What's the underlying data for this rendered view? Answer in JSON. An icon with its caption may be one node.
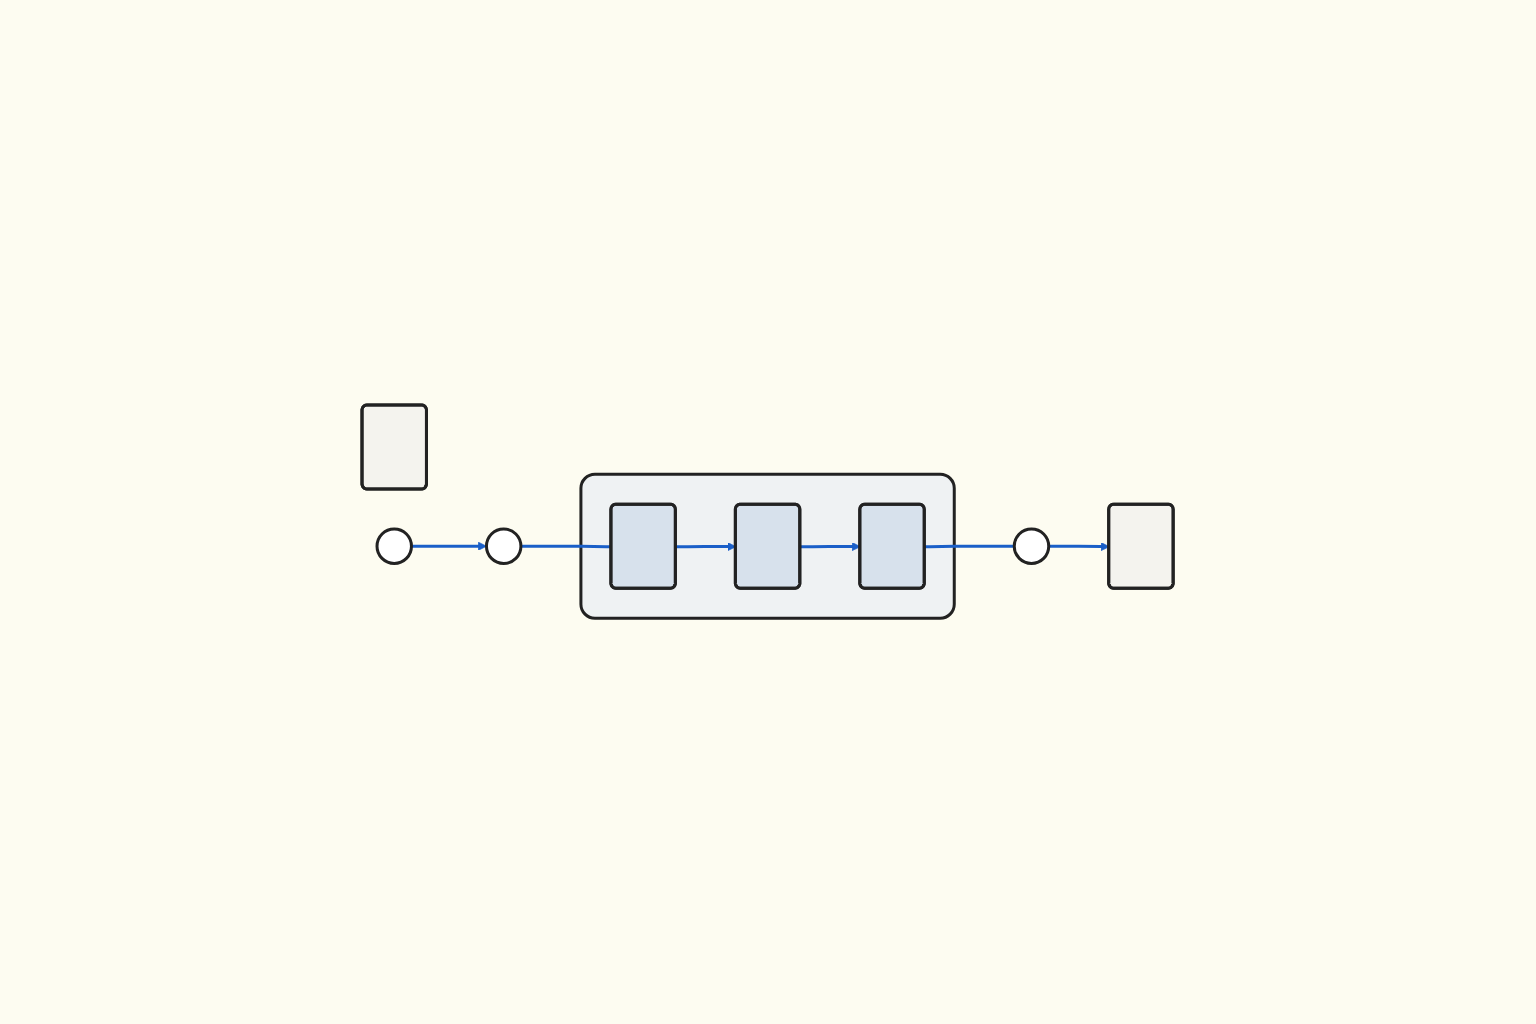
{
  "diagram": {
    "nodes": [
      {
        "text": [],
        "shape": "box"
      },
      {
        "text": [],
        "shape": "circle"
      },
      {
        "text": [],
        "shape": "box"
      },
      {
        "text": [],
        "shape": "circle"
      },
      {
        "text": [],
        "shape": "box",
        "in": 2
      },
      {
        "text": [],
        "shape": "box",
        "in": 2
      },
      {
        "text": [],
        "shape": "box",
        "in": 2
      },
      {
        "text": [],
        "shape": "circle"
      },
      {
        "text": [],
        "shape": "box"
      }
    ],
    "edges": [
      {
        "from": 1,
        "to": 3,
        "arrow": "to"
      },
      {
        "from": 3,
        "to": 4,
        "arrow": "none"
      },
      {
        "from": 4,
        "to": 5,
        "arrow": "to"
      },
      {
        "from": 5,
        "to": 6,
        "arrow": "to"
      },
      {
        "from": 6,
        "to": 7,
        "arrow": "none"
      },
      {
        "from": 7,
        "to": 8,
        "arrow": "to"
      }
    ]
  }
}
